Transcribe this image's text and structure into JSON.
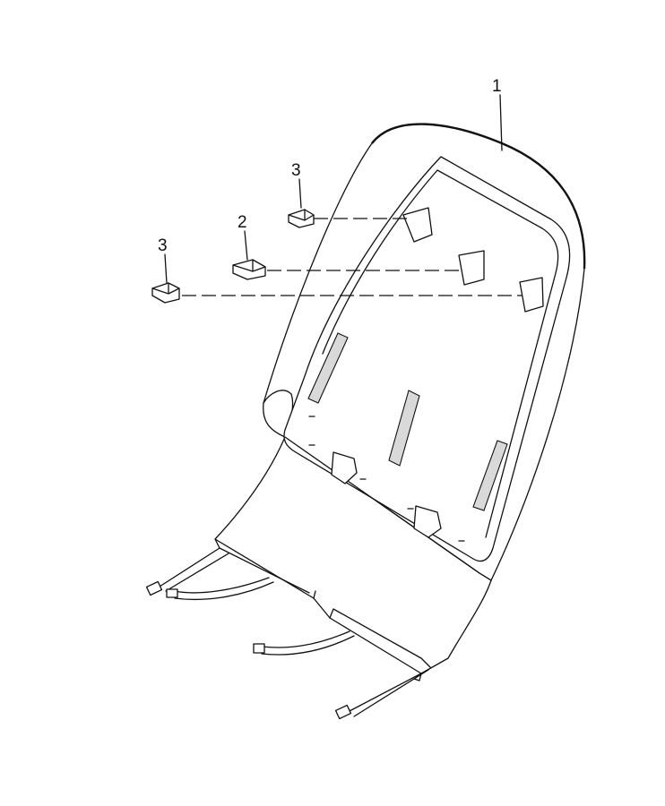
{
  "diagram": {
    "callouts": [
      {
        "id": "callout-1",
        "label": "1"
      },
      {
        "id": "callout-3-upper",
        "label": "3"
      },
      {
        "id": "callout-2",
        "label": "2"
      },
      {
        "id": "callout-3-lower",
        "label": "3"
      }
    ]
  }
}
